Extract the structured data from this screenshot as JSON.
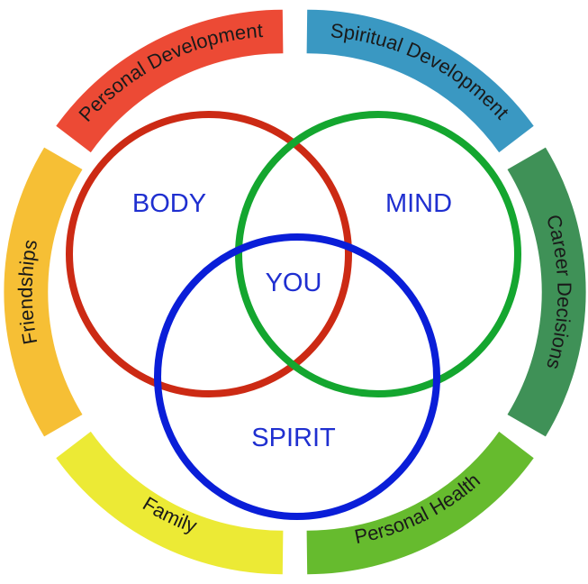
{
  "segments": [
    {
      "label": "Personal Development",
      "color": "#ec4a35"
    },
    {
      "label": "Spiritual Development",
      "color": "#3a98c2"
    },
    {
      "label": "Career Decisions",
      "color": "#3f9157"
    },
    {
      "label": "Personal Health",
      "color": "#66bb2e"
    },
    {
      "label": "Family",
      "color": "#ecea35"
    },
    {
      "label": "Friendships",
      "color": "#f6bf35"
    }
  ],
  "circles": [
    {
      "label": "BODY",
      "color": "#cc2a14"
    },
    {
      "label": "MIND",
      "color": "#14a62f"
    },
    {
      "label": "SPIRIT",
      "color": "#0a1ed8"
    }
  ],
  "center_label": "YOU"
}
